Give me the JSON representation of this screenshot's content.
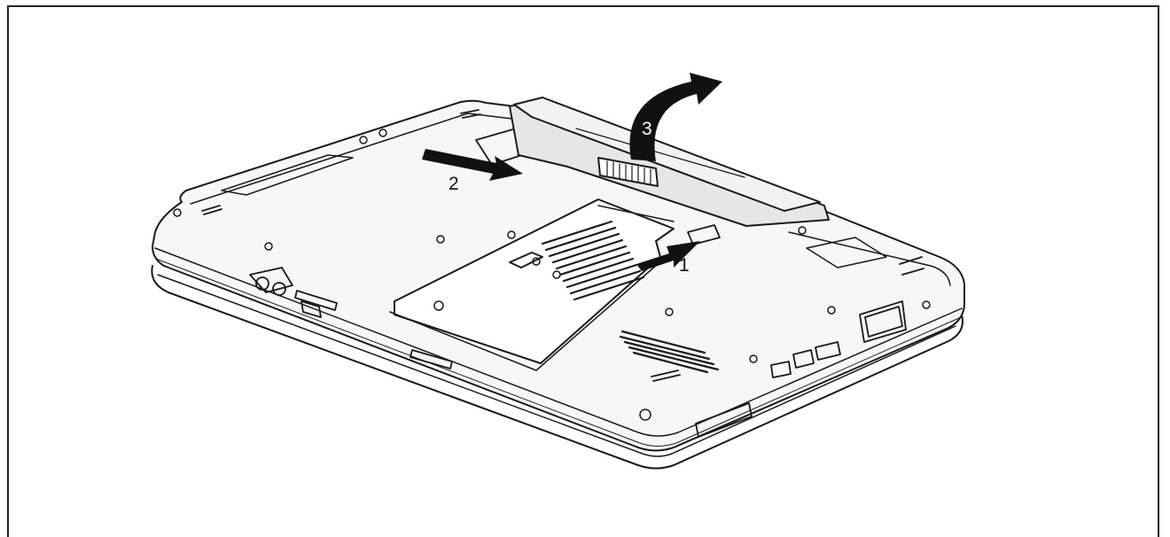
{
  "diagram": {
    "steps": [
      {
        "label": "1"
      },
      {
        "label": "2"
      },
      {
        "label": "3"
      }
    ]
  },
  "colors": {
    "outline": "#1a1a1a",
    "panel": "#f7f7f7",
    "battery": "#e6e6e6",
    "arrow": "#111111"
  }
}
